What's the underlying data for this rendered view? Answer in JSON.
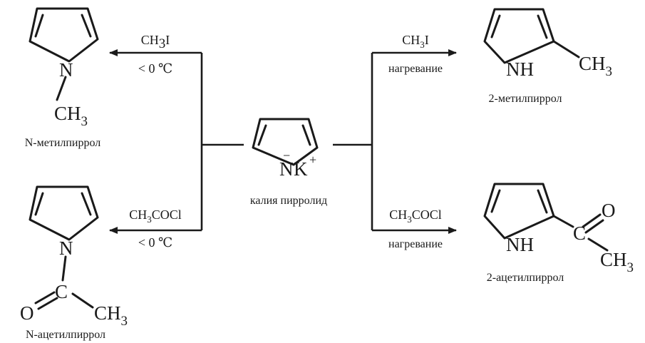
{
  "center": {
    "atom_N": "N",
    "charge_minus": "−",
    "atom_K": "K",
    "charge_plus": "+",
    "name": "калия пирролид"
  },
  "reactions": {
    "upper_left": {
      "reagent_base": "CH",
      "reagent_sub": "3",
      "reagent_rest": "I",
      "condition": "< 0 ℃"
    },
    "lower_left": {
      "reagent_base": "CH",
      "reagent_sub": "3",
      "reagent_rest": "COCl",
      "condition": "< 0 ℃"
    },
    "upper_right": {
      "reagent_base": "CH",
      "reagent_sub": "3",
      "reagent_rest": "I",
      "condition": "нагревание"
    },
    "lower_right": {
      "reagent_base": "CH",
      "reagent_sub": "3",
      "reagent_rest": "COCl",
      "condition": "нагревание"
    }
  },
  "products": {
    "n_methyl": {
      "atom_N": "N",
      "ch3_base": "CH",
      "ch3_sub": "3",
      "name": "N-метилпиррол"
    },
    "n_acetyl": {
      "atom_N": "N",
      "atom_C": "C",
      "atom_O": "O",
      "ch3_base": "CH",
      "ch3_sub": "3",
      "name": "N-ацетилпиррол"
    },
    "methyl_2": {
      "atom_NH": "NH",
      "ch3_base": "CH",
      "ch3_sub": "3",
      "name": "2-метилпиррол"
    },
    "acetyl_2": {
      "atom_NH": "NH",
      "atom_C": "C",
      "atom_O": "O",
      "ch3_base": "CH",
      "ch3_sub": "3",
      "name": "2-ацетилпиррол"
    }
  }
}
